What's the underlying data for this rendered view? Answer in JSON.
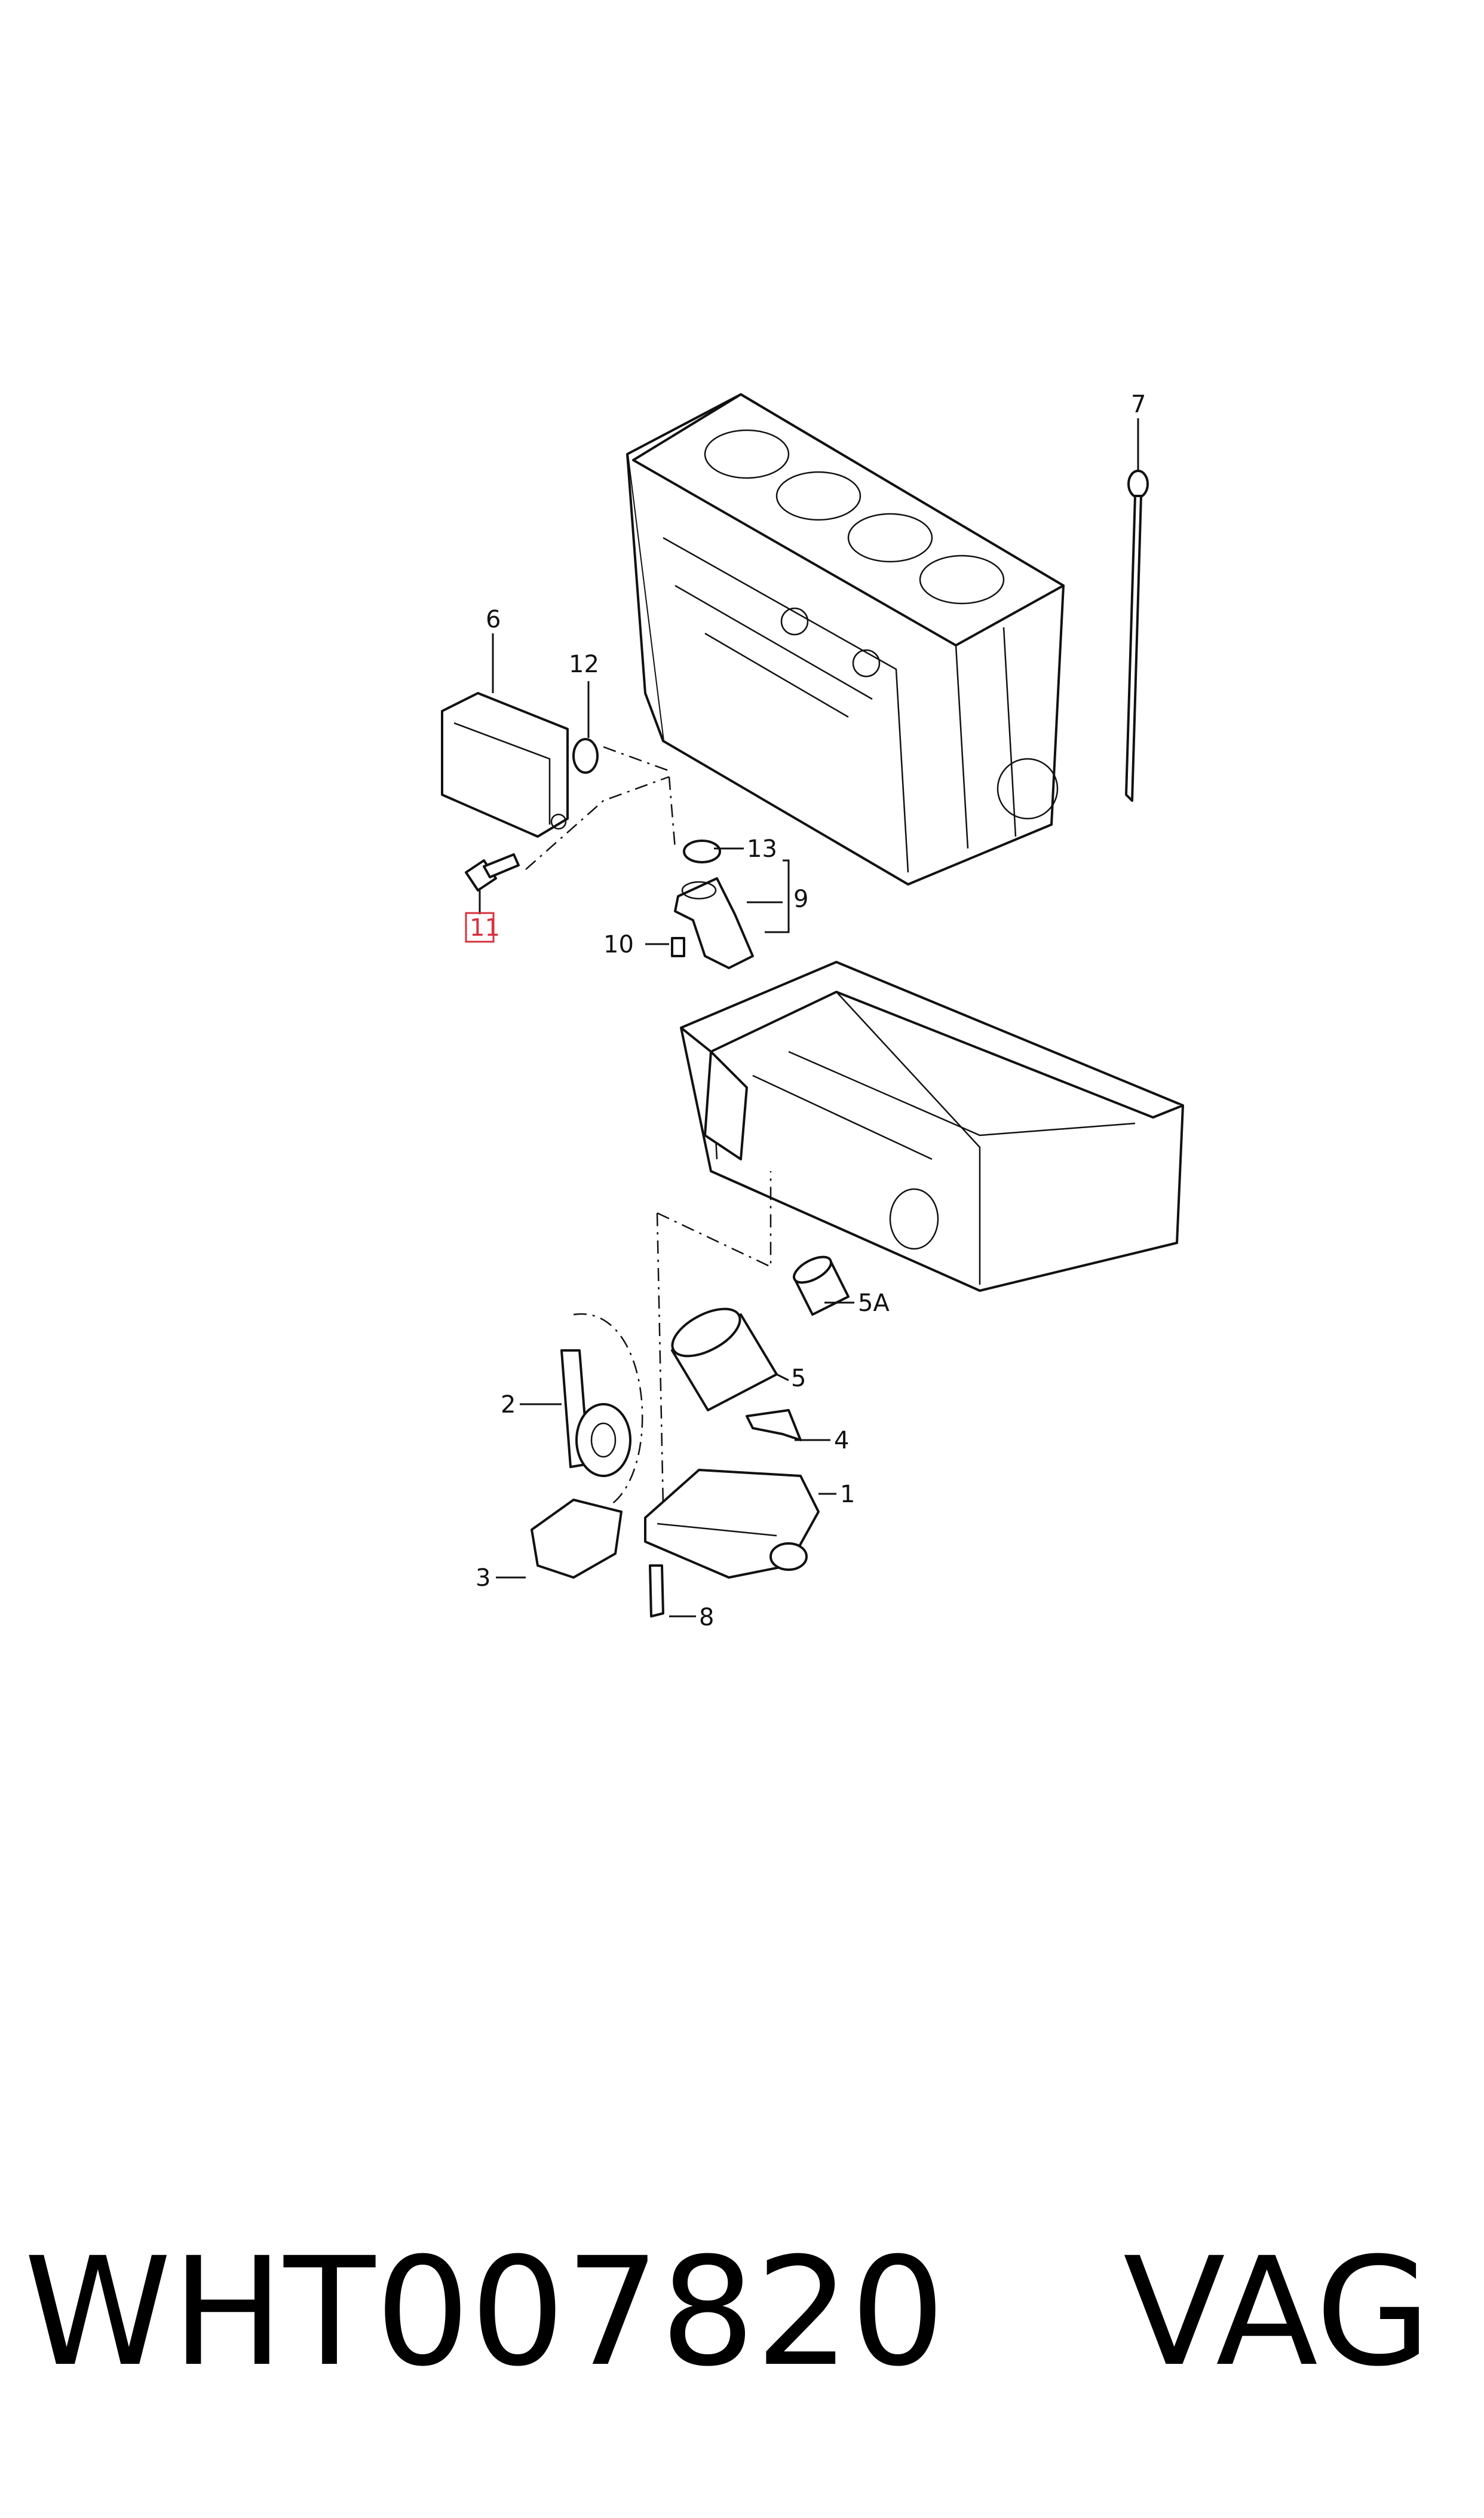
{
  "callouts": {
    "c1": "1",
    "c2": "2",
    "c3": "3",
    "c4": "4",
    "c5": "5",
    "c5a": "5A",
    "c6": "6",
    "c7": "7",
    "c8": "8",
    "c9": "9",
    "c10": "10",
    "c11": "11",
    "c12": "12",
    "c13": "13"
  },
  "highlighted_callout": "11",
  "highlight_color": "#d9303d",
  "footer": {
    "part_number": "WHT007820",
    "brand": "VAG"
  }
}
